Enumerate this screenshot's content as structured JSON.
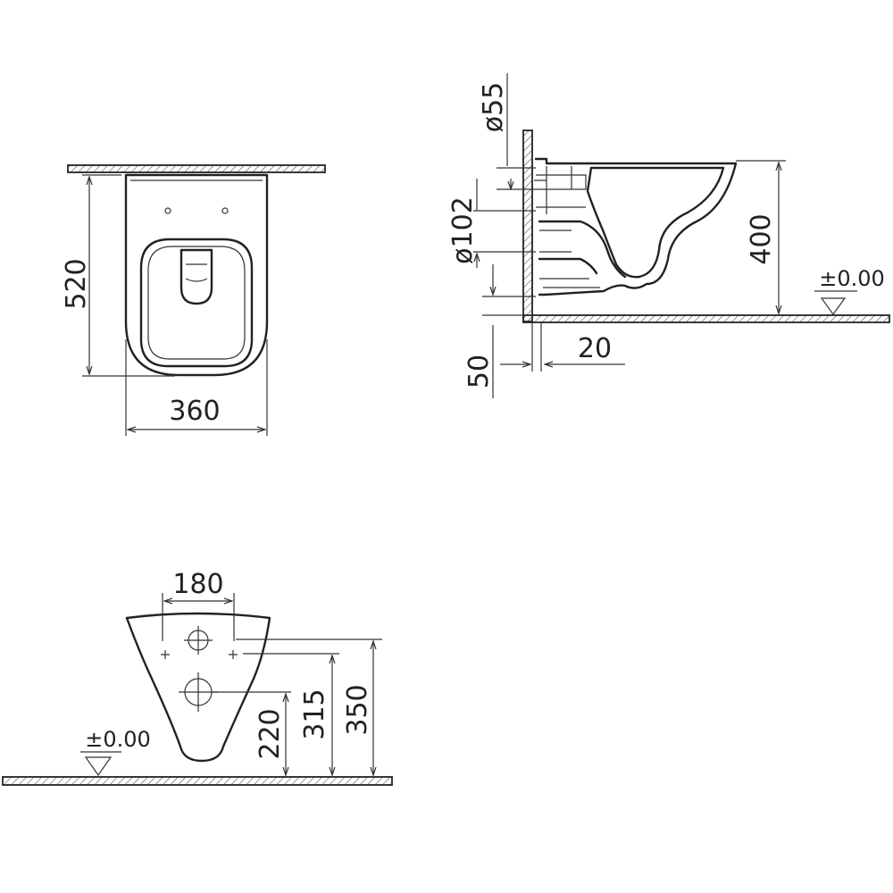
{
  "top_view": {
    "dim_length": "520",
    "dim_width": "360"
  },
  "side_view": {
    "dim_pipe_large": "ø55",
    "dim_pipe_outlet": "ø102",
    "dim_height": "400",
    "dim_wall_offset": "20",
    "dim_floor_gap": "50",
    "level_label": "±0.00"
  },
  "front_view": {
    "dim_bolt_spacing": "180",
    "dim_lower_hole": "220",
    "dim_upper_hole": "315",
    "dim_top_height": "350",
    "level_label": "±0.00"
  }
}
